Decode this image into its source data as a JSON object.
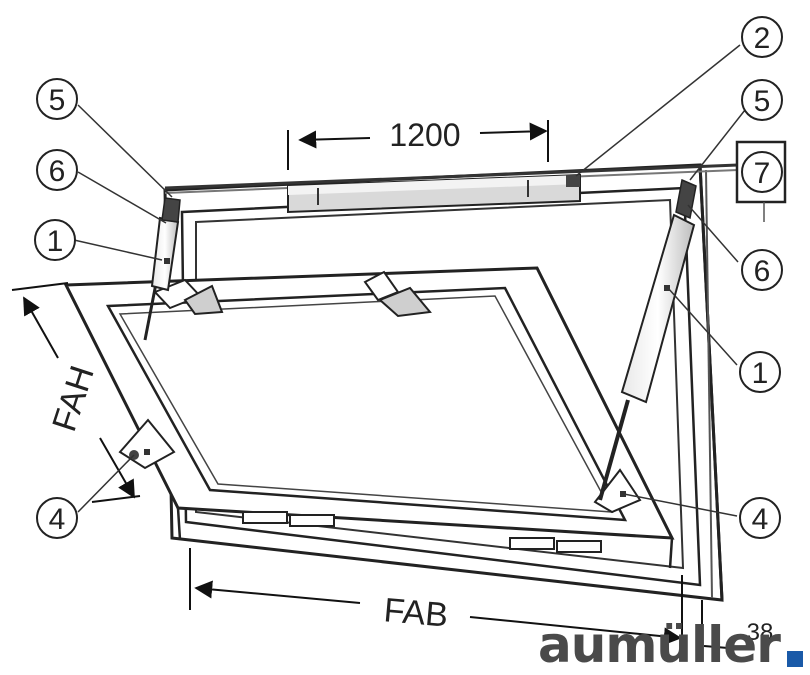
{
  "dimensions": {
    "width_label": "1200",
    "fab_label": "FAB",
    "fah_label": "FAH",
    "corner_label": "38"
  },
  "callouts": {
    "c1_left": "1",
    "c1_right": "1",
    "c2": "2",
    "c4_left": "4",
    "c4_right": "4",
    "c5_left": "5",
    "c5_right": "5",
    "c6_left": "6",
    "c6_right": "6",
    "c7": "7"
  },
  "brand": {
    "name": "aumüller",
    "accent_color": "#1a5aa8"
  }
}
